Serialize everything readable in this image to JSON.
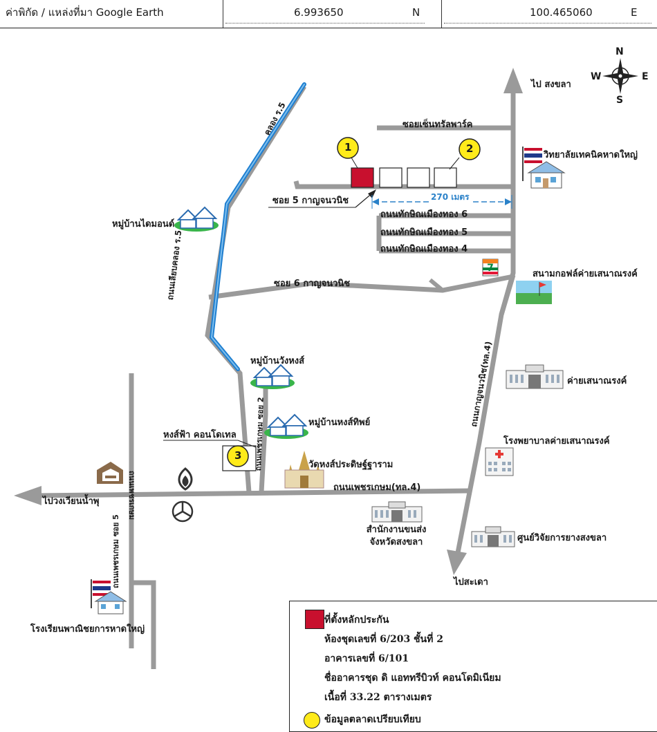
{
  "header": {
    "coord_label": "ค่าพิกัด / แหล่งที่มา Google Earth",
    "lat_value": "6.993650",
    "lat_dir": "N",
    "lon_value": "100.465060",
    "lon_dir": "E"
  },
  "compass": {
    "n": "N",
    "s": "S",
    "w": "W",
    "e": "E"
  },
  "labels": {
    "to_songkhla": "ไป สงขลา",
    "soi_central": "ซอยเซ็นทรัลพาร์ค",
    "tech_college": "วิทยาลัยเทคนิคหาดใหญ่",
    "soi5": "ซอย 5 กาญจนวนิช",
    "distance": "270 เมตร",
    "road6": "ถนนทักษิณเมืองทอง 6",
    "road5": "ถนนทักษิณเมืองทอง 5",
    "road4": "ถนนทักษิณเมืองทอง 4",
    "diamond_village": "หมู่บ้านไดมอนด์",
    "klong_road": "ถนนเลียบคลอง ร.5",
    "klong": "คลอง ร.5",
    "soi6": "ซอย 6 กาญจนวนิช",
    "golf": "สนามกอฟล์ค่ายเสนาณรงค์",
    "wang_village": "หมู่บ้านวังหงส์",
    "kanjana_road": "ถนนกาญจนวนิช(ทล.4)",
    "camp": "ค่ายเสนาณรงค์",
    "hongthip_village": "หมู่บ้านหงส์ทิพย์",
    "hongfah": "หงส์ฟ้า คอนโดเทล",
    "petch_soi2": "ถนนเพชรเกษม ซอย 2",
    "hospital": "โรงพยาบาลค่ายเสนาณรงค์",
    "wat": "วัดหงส์ประดิษฐ์ฐาราม",
    "phetkasem": "ถนนเพชรเกษม(ทล.4)",
    "to_wiang": "ไปวงเวียนน้ำพุ",
    "petch_soi5": "ถนนเพชรเกษม ซอย 5",
    "petch_road": "ถนนเพชรเกษม",
    "transport_office_1": "สำนักงานขนส่ง",
    "transport_office_2": "จังหวัดสงขลา",
    "rubber_center": "ศูนย์วิจัยการยางสงขลา",
    "to_sadao": "ไปสะเดา",
    "commerce_school": "โรงเรียนพาณิชยการหาดใหญ่",
    "seven": "7"
  },
  "markers": {
    "m1": "1",
    "m2": "2",
    "m3": "3"
  },
  "legend": {
    "collateral": "ที่ตั้งหลักประกัน",
    "unit": "ห้องชุดเลขที่ 6/203 ชั้นที่ 2",
    "building": "อาคารเลขที่ 6/101",
    "project": "ชื่ออาคารชุด ดิ แอททรีบิวท์ คอนโดมิเนียม",
    "area": "เนื้อที่ 33.22 ตารางเมตร",
    "comparison": "ข้อมูลตลาดเปรียบเทียบ"
  },
  "colors": {
    "road": "#9a9a9a",
    "canal": "#1f7fd0",
    "collateral": "#c8102e",
    "marker": "#ffeb1a"
  }
}
